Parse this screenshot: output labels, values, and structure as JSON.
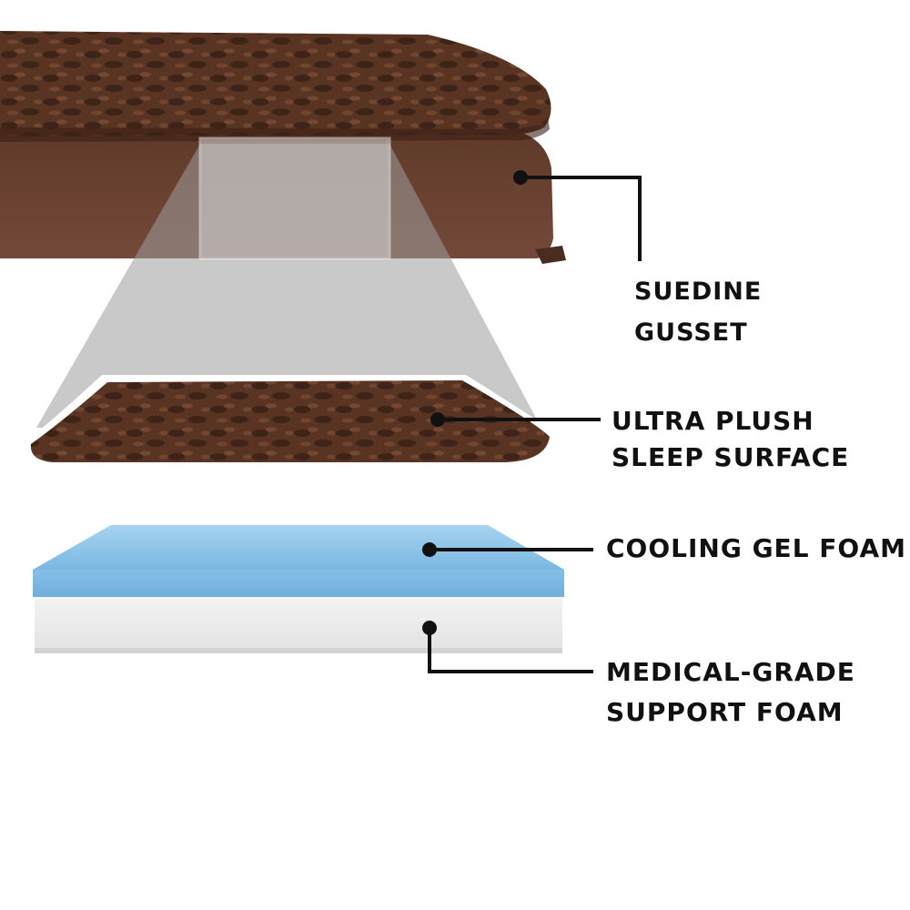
{
  "colors": {
    "fur": "#5a3422",
    "fur_dark": "#3a2016",
    "fur_light": "#7a4e38",
    "gusset": "#6b4330",
    "gel_foam": "#8ec6ea",
    "support_foam": "#ececec",
    "callout_line": "#111111"
  },
  "callouts": [
    {
      "id": "gusset",
      "lines": [
        "SUEDINE",
        "GUSSET"
      ]
    },
    {
      "id": "surface",
      "lines": [
        "ULTRA PLUSH",
        "SLEEP SURFACE"
      ]
    },
    {
      "id": "gel",
      "lines": [
        "COOLING GEL FOAM"
      ]
    },
    {
      "id": "support",
      "lines": [
        "MEDICAL-GRADE",
        "SUPPORT FOAM"
      ]
    }
  ]
}
